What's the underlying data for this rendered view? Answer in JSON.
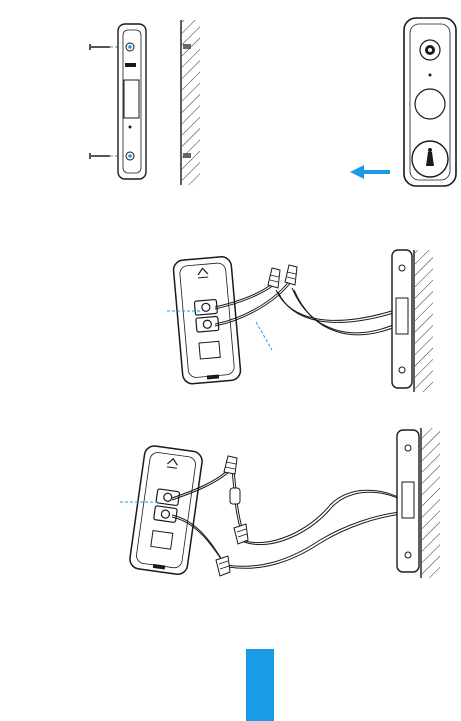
{
  "colors": {
    "line": "#1a1a1a",
    "accent": "#1a9be6",
    "hatch": "#333333",
    "screw": "#555555",
    "tab": "#1a9be6"
  },
  "figures": [
    {
      "id": "step-mount-plate",
      "parts": [
        "screw",
        "mounting-plate",
        "wall",
        "doorbell",
        "arrow"
      ]
    },
    {
      "id": "step-wire-connect",
      "parts": [
        "doorbell-back",
        "wire-nuts",
        "wires",
        "wall-plate"
      ]
    },
    {
      "id": "step-wire-connect-alt",
      "parts": [
        "doorbell-back",
        "extension-wires",
        "wire-nuts",
        "wall-plate"
      ]
    }
  ]
}
